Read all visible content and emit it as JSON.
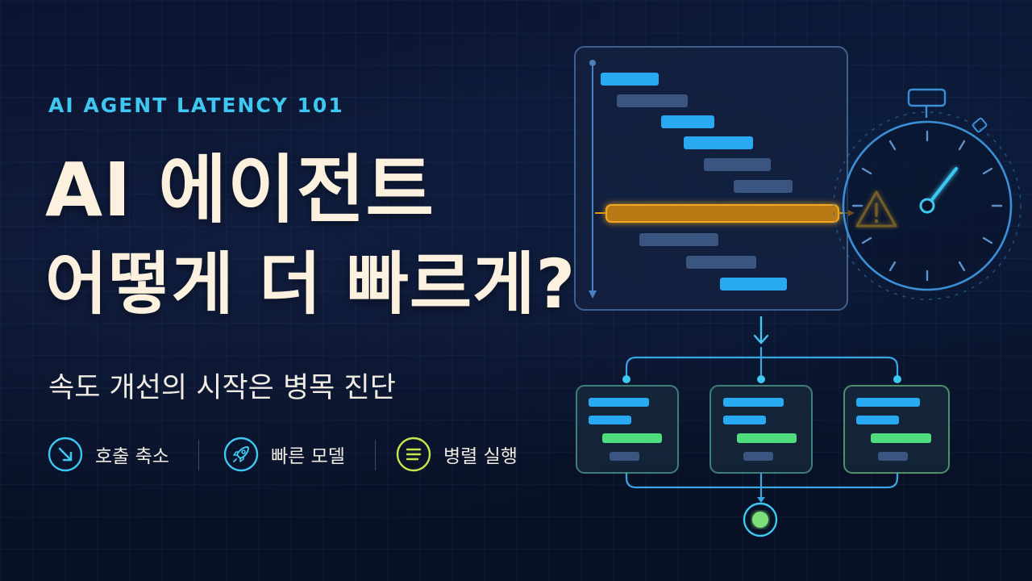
{
  "eyebrow": "AI AGENT LATENCY 101",
  "title": {
    "line1": "AI 에이전트",
    "line2": "어떻게 더 빠르게?"
  },
  "subtitle": "속도 개선의 시작은 병목 진단",
  "features": [
    {
      "label": "호출 축소",
      "icon": "arrow-down-right-icon",
      "color": "#3ec7f0"
    },
    {
      "label": "빠른 모델",
      "icon": "rocket-icon",
      "color": "#3ec7f0"
    },
    {
      "label": "병렬 실행",
      "icon": "list-lines-icon",
      "color": "#c8e64a"
    }
  ],
  "colors": {
    "accent_cyan": "#3ec7f0",
    "bar_blue": "#29a9f2",
    "bar_slate": "#3a5580",
    "bottleneck_amber": "#e29a12",
    "warning_yellow": "#f6b726",
    "green": "#4fdc7c",
    "title_cream": "#fbf1de"
  },
  "icons": [
    "stopwatch-icon",
    "warning-icon",
    "down-arrow-icon",
    "merge-node-icon"
  ]
}
